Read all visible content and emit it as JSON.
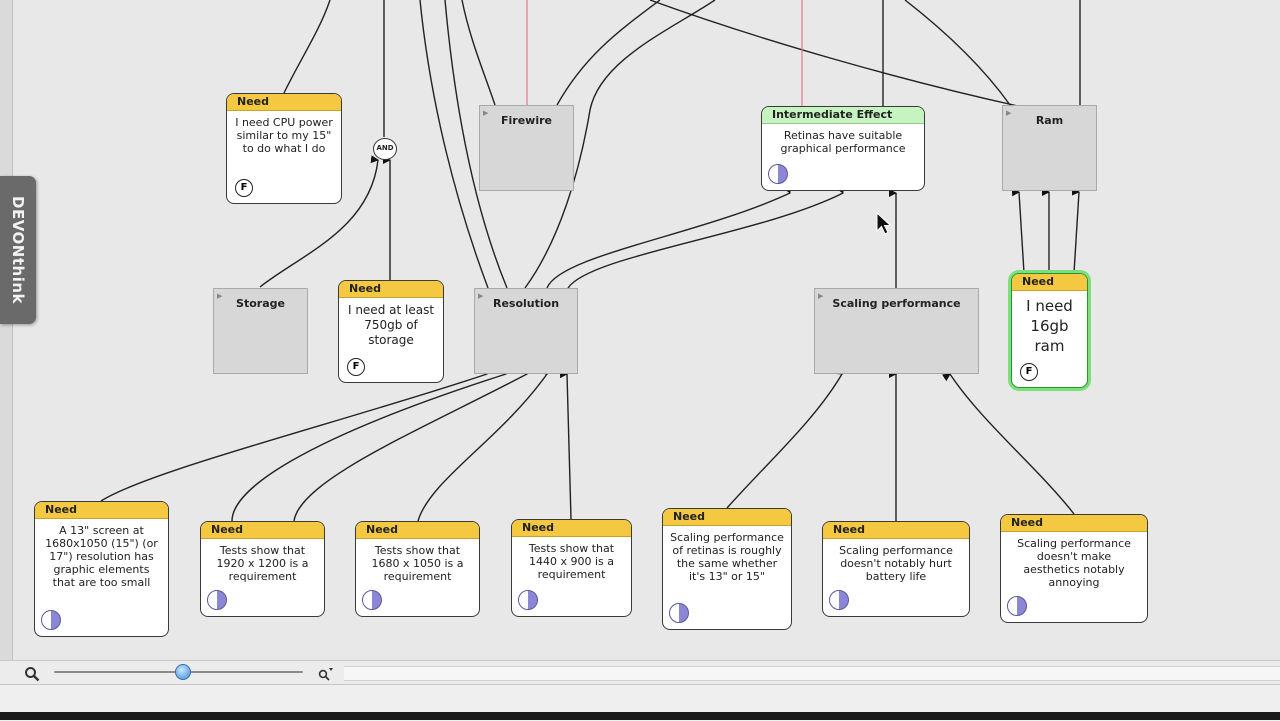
{
  "sidebar_tab": {
    "label": "DEVONthink"
  },
  "and_gate": {
    "label": "AND"
  },
  "groups": [
    {
      "id": "firewire",
      "title": "Firewire"
    },
    {
      "id": "ram",
      "title": "Ram"
    },
    {
      "id": "storage",
      "title": "Storage"
    },
    {
      "id": "resolution",
      "title": "Resolution"
    },
    {
      "id": "scaling",
      "title": "Scaling performance"
    }
  ],
  "nodes": [
    {
      "id": "cpu",
      "type": "Need",
      "text": "I need CPU power similar to my 15\" to do what I do",
      "badge": "F"
    },
    {
      "id": "effect",
      "type": "Intermediate Effect",
      "text": "Retinas have suitable graphical performance",
      "badge": "half"
    },
    {
      "id": "storage-need",
      "type": "Need",
      "text": "I need at least 750gb of storage",
      "badge": "F"
    },
    {
      "id": "ram-need",
      "type": "Need",
      "text": "I need 16gb ram",
      "badge": "F"
    },
    {
      "id": "screen13",
      "type": "Need",
      "text": "A 13\" screen at 1680x1050 (15\") (or 17\") resolution has graphic elements that are too small",
      "badge": "half"
    },
    {
      "id": "t1920",
      "type": "Need",
      "text": "Tests show that 1920 x 1200 is a requirement",
      "badge": "half"
    },
    {
      "id": "t1680",
      "type": "Need",
      "text": "Tests show that 1680 x 1050 is a requirement",
      "badge": "half"
    },
    {
      "id": "t1440",
      "type": "Need",
      "text": "Tests show that 1440 x 900 is a requirement",
      "badge": "half"
    },
    {
      "id": "scal-same",
      "type": "Need",
      "text": "Scaling performance of retinas is roughly the same whether it's 13\" or 15\"",
      "badge": "half"
    },
    {
      "id": "scal-batt",
      "type": "Need",
      "text": "Scaling performance doesn't notably hurt battery life",
      "badge": "half"
    },
    {
      "id": "scal-aes",
      "type": "Need",
      "text": "Scaling performance doesn't make aesthetics notably annoying",
      "badge": "half"
    }
  ],
  "zoom": {
    "level": 0.52
  },
  "colors": {
    "need_header": "#f5c842",
    "effect_header": "#c6f4c0",
    "selected_glow": "#7be07b",
    "link_red": "#e07a8a"
  }
}
